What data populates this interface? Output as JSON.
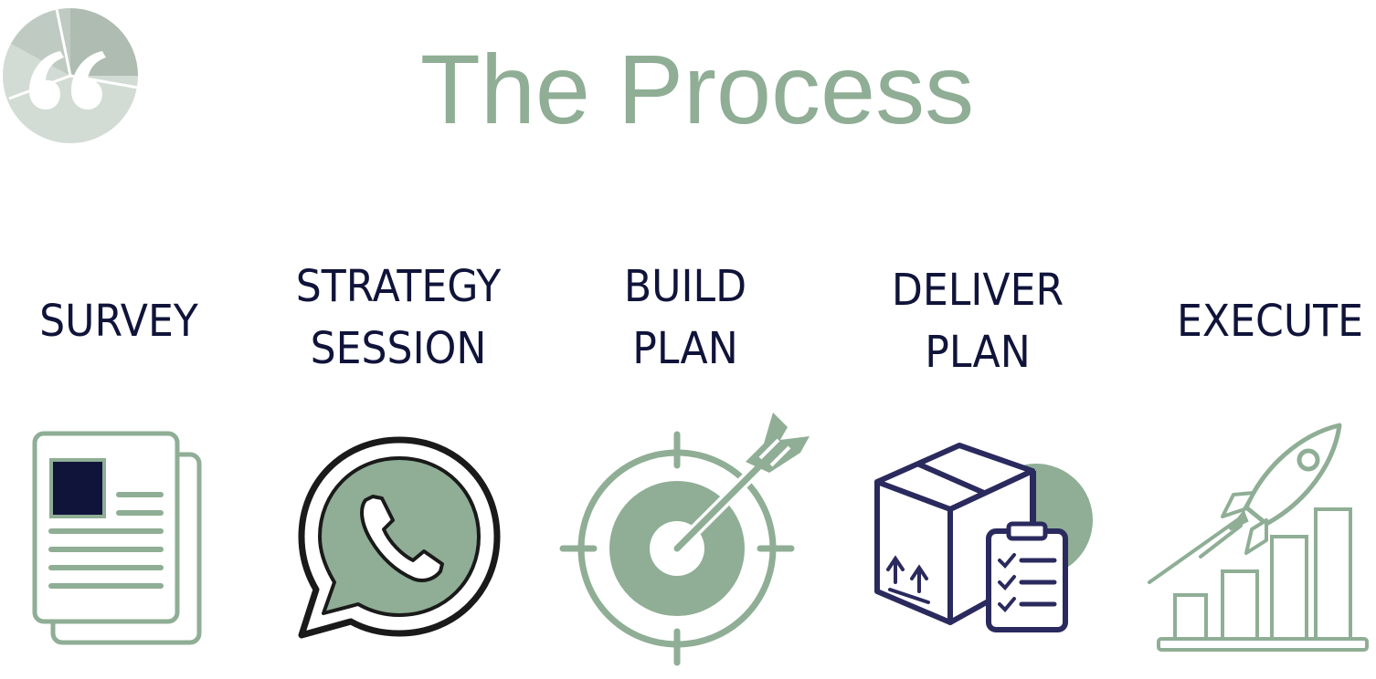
{
  "title": "The Process",
  "colors": {
    "accent": "#8fae95",
    "ink": "#10143a",
    "logo_light": "#d1dbd3",
    "logo_mid": "#a9b8ad"
  },
  "steps": [
    {
      "lines": [
        "SURVEY"
      ],
      "icon": "document-icon"
    },
    {
      "lines": [
        "STRATEGY",
        "SESSION"
      ],
      "icon": "whatsapp-phone-icon"
    },
    {
      "lines": [
        "BUILD",
        "PLAN"
      ],
      "icon": "target-arrow-icon"
    },
    {
      "lines": [
        "DELIVER",
        "PLAN"
      ],
      "icon": "package-checklist-icon"
    },
    {
      "lines": [
        "EXECUTE"
      ],
      "icon": "rocket-growth-icon"
    }
  ]
}
